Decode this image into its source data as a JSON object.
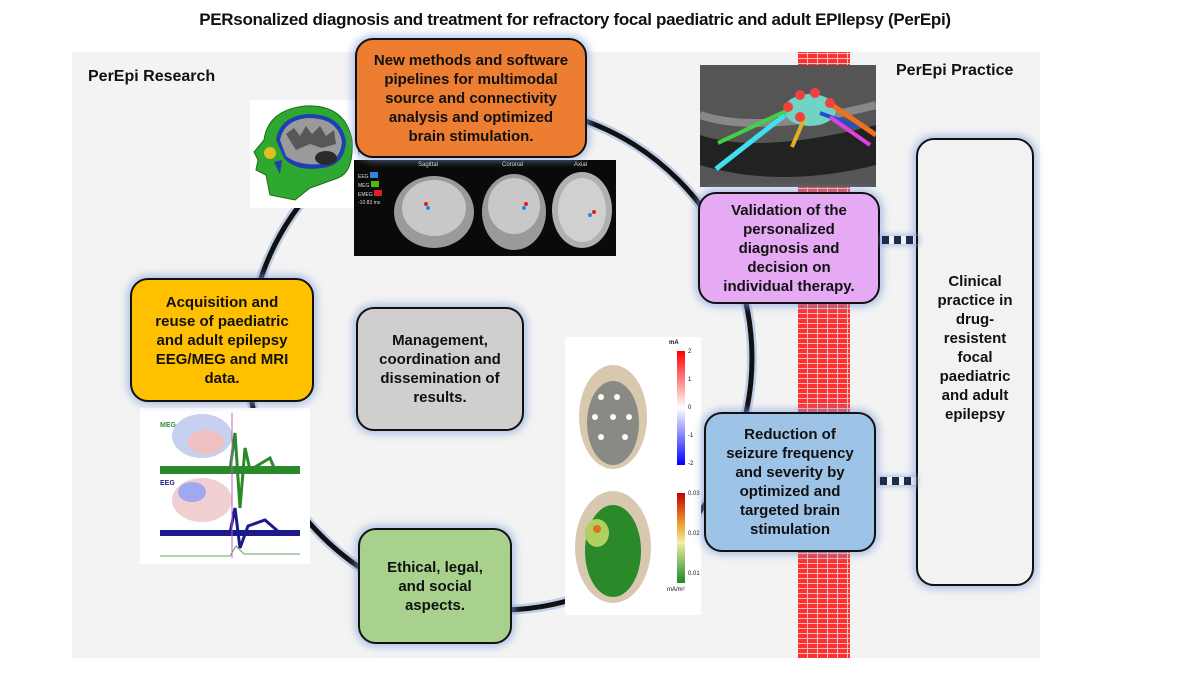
{
  "title": "PERsonalized diagnosis and treatment for refractory focal paediatric and adult EPIlepsy (PerEpi)",
  "sections": {
    "research": "PerEpi Research",
    "practice": "PerEpi Practice"
  },
  "boxes": {
    "methods": "New methods and software\npipelines for multimodal\nsource and connectivity\nanalysis and optimized\nbrain stimulation.",
    "acquisition": "Acquisition and\nreuse of paediatric\nand adult epilepsy\nEEG/MEG and MRI\ndata.",
    "management": "Management,\ncoordination and\ndissemination of\nresults.",
    "ethics": "Ethical, legal,\nand social\naspects.",
    "validation": "Validation of the\npersonalized\ndiagnosis and\ndecision on\nindividual therapy.",
    "reduction": "Reduction of\nseizure frequency\nand severity by\noptimized and\ntargeted brain\nstimulation",
    "clinical": "Clinical\npractice in\ndrug-\nresistent\nfocal\npaediatric\nand adult\nepilepsy"
  },
  "images": {
    "mri_views": {
      "legend": [
        "EEG",
        "MEG",
        "EMEG"
      ],
      "legend_colors": [
        "#2e86de",
        "#4cbb17",
        "#e02020"
      ],
      "time": "-10.83 ms",
      "views": [
        "Sagittal",
        "Coronal",
        "Axial"
      ]
    },
    "eeg_meg_plot": {
      "labels": [
        "MEG",
        "EEG"
      ]
    },
    "stim_current": {
      "unit": "mA",
      "ticks": [
        "2",
        "1",
        "0",
        "-1",
        "-2"
      ]
    },
    "stim_density": {
      "unit": "mA/m²",
      "ticks": [
        "0.03",
        "0.02",
        "0.01"
      ]
    }
  }
}
